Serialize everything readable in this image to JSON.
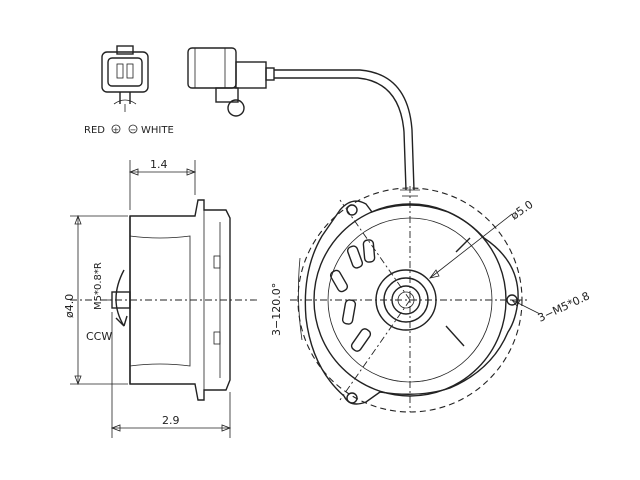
{
  "connector": {
    "red_label": "RED",
    "white_label": "WHITE",
    "plus_symbol": "+",
    "minus_symbol": "−"
  },
  "side_view": {
    "width_dim": "1.4",
    "overall_dim": "2.9",
    "diameter_dim": "ø4.0",
    "thread_label": "M5*0.8*R",
    "rotation_label": "CCW"
  },
  "front_view": {
    "hole_diameter": "ø5.0",
    "mount_spacing": "3−120.0°",
    "mount_thread": "3−M5*0.8"
  }
}
